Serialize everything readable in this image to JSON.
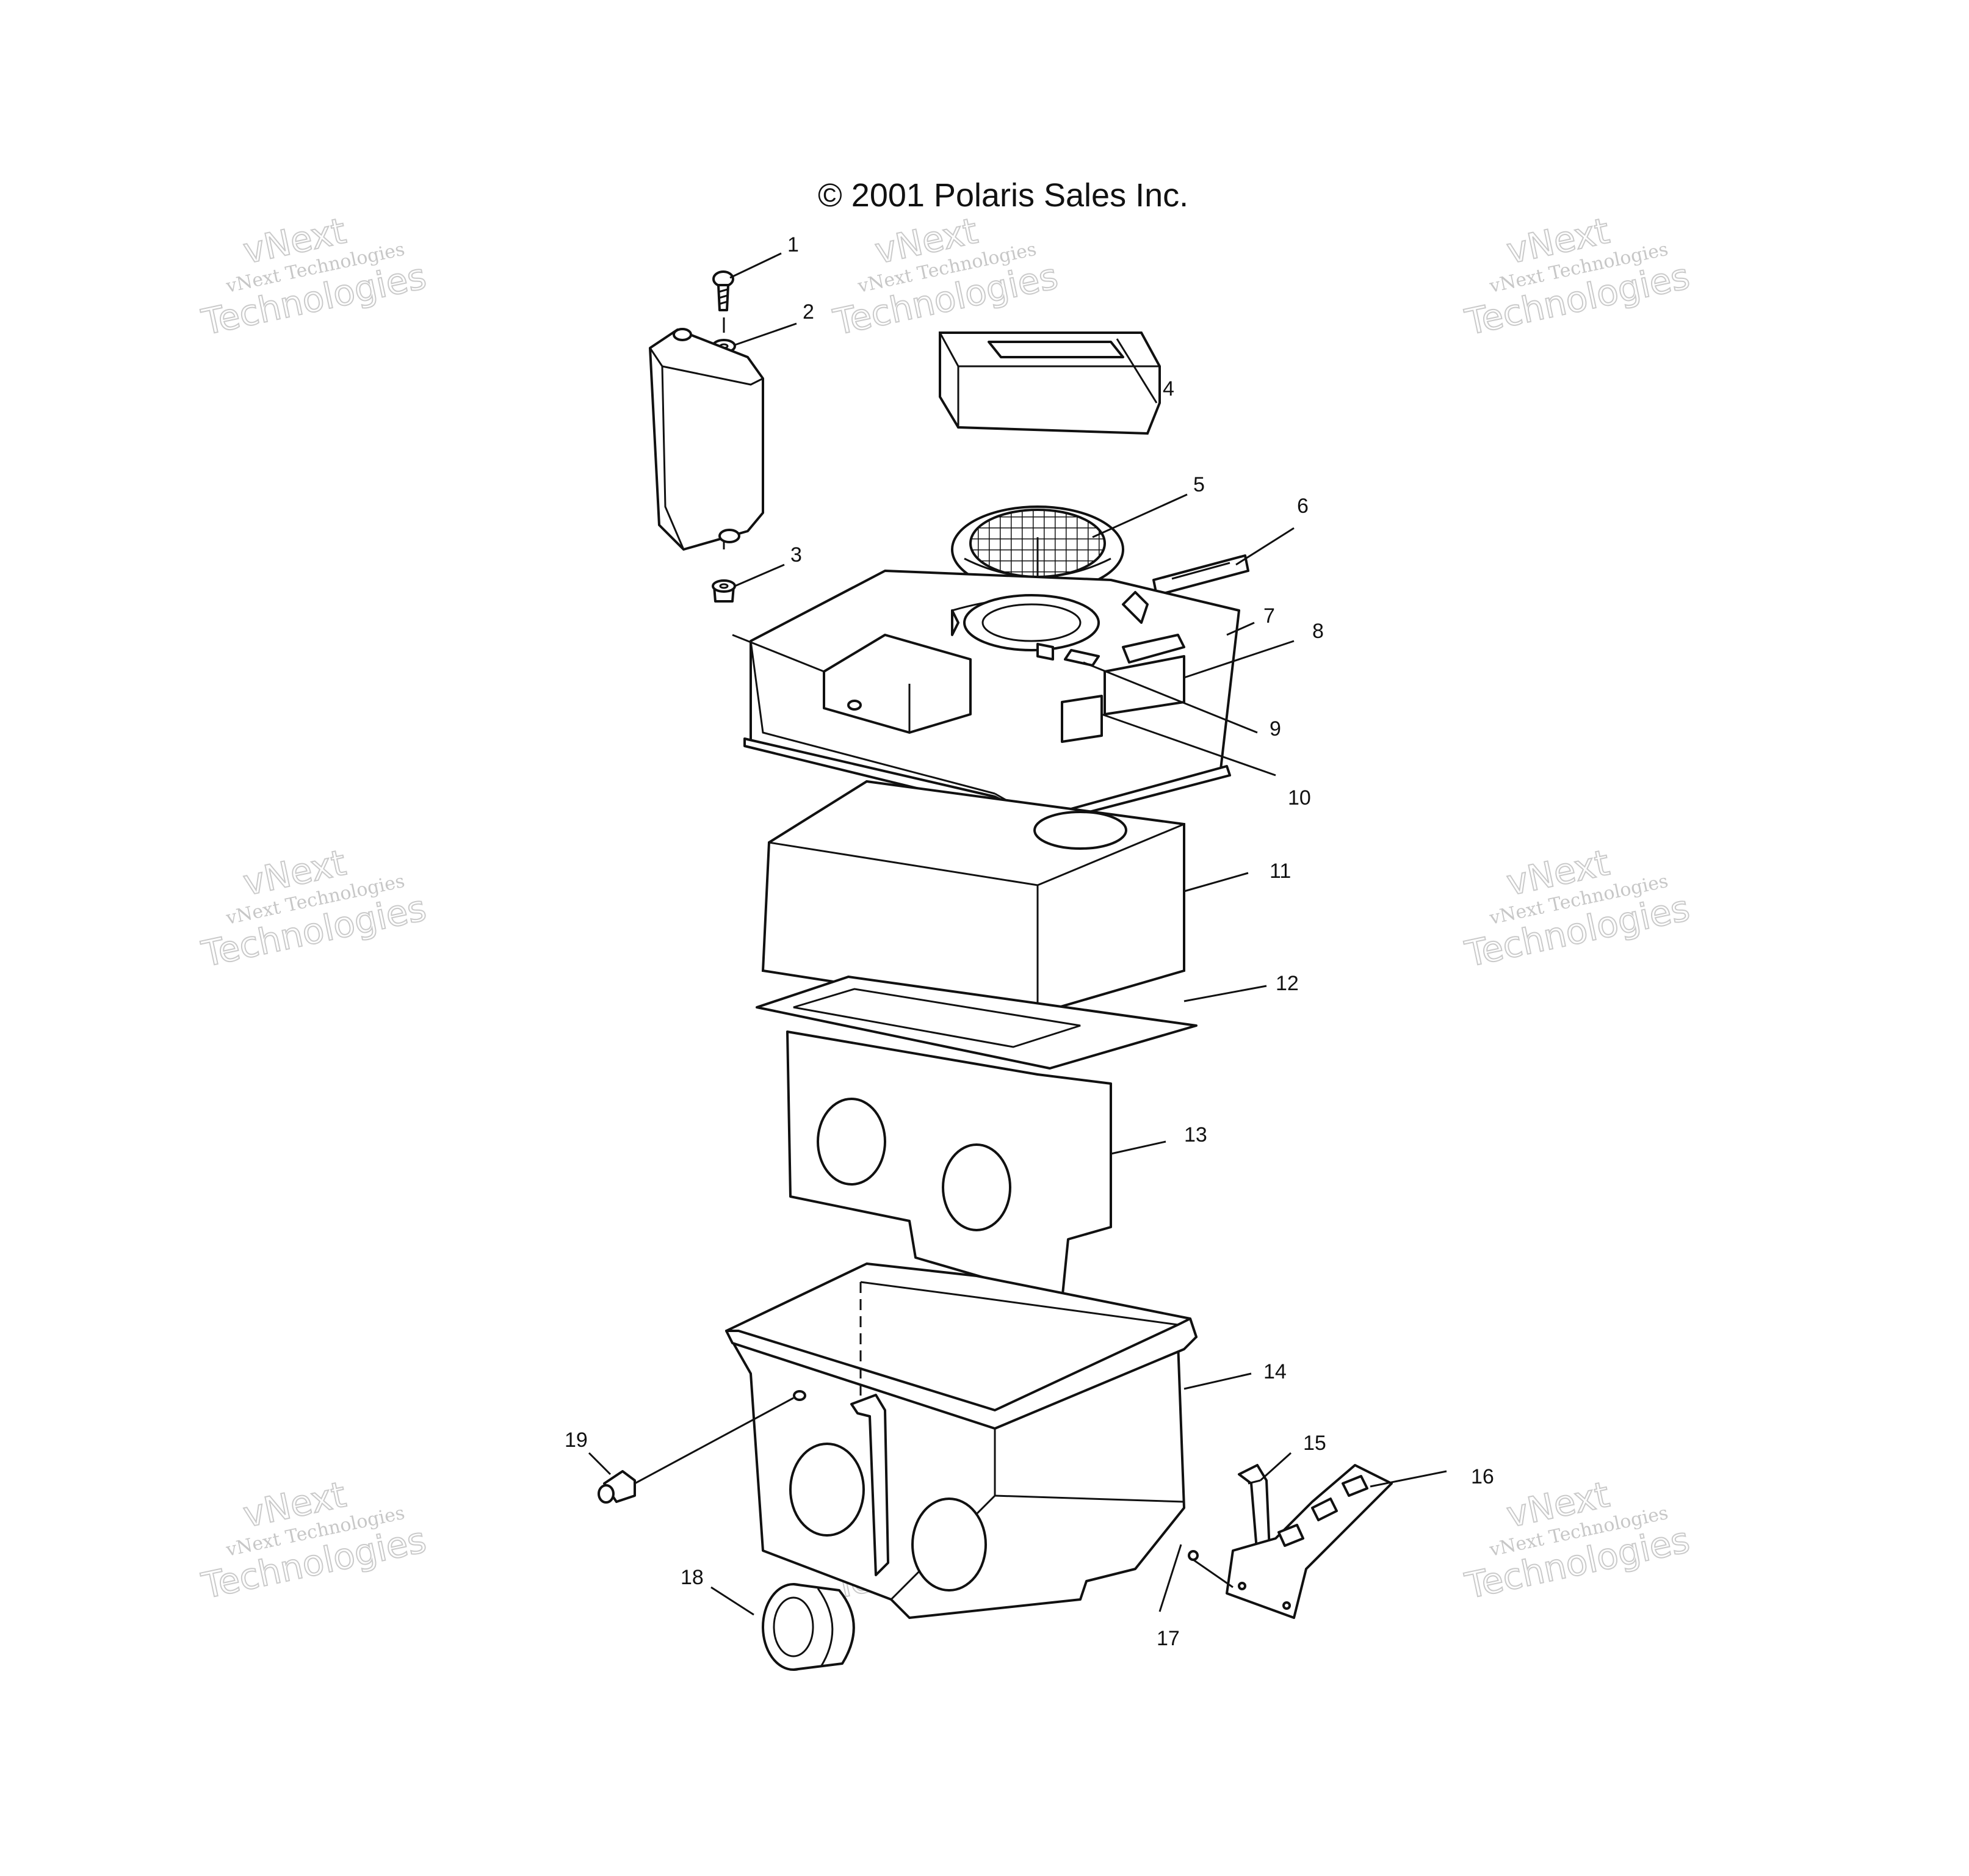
{
  "copyright": "© 2001 Polaris Sales Inc.",
  "watermark": {
    "line1": "vNext",
    "line2": "vNext Technologies",
    "line3": "Technologies"
  },
  "callouts": [
    "1",
    "2",
    "3",
    "4",
    "5",
    "6",
    "7",
    "8",
    "9",
    "10",
    "11",
    "12",
    "13",
    "14",
    "15",
    "16",
    "17",
    "18",
    "19"
  ]
}
